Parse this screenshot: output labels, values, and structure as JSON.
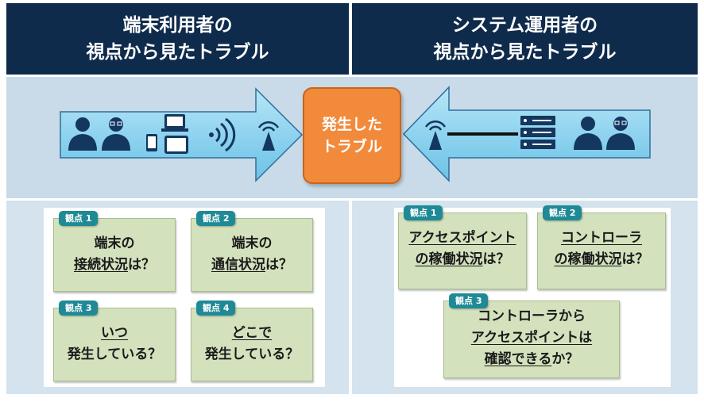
{
  "header": {
    "left": {
      "line1": "端末利用者の",
      "line2": "視点から見たトラブル"
    },
    "right": {
      "line1": "システム運用者の",
      "line2": "視点から見たトラブル"
    }
  },
  "center": {
    "line1": "発生した",
    "line2": "トラブル"
  },
  "left_cards": [
    {
      "tag": "観点 1",
      "line1": "端末の",
      "line2a": "接続状況",
      "line2b": "は？"
    },
    {
      "tag": "観点 2",
      "line1": "端末の",
      "line2a": "通信状況",
      "line2b": "は？"
    },
    {
      "tag": "観点 3",
      "line1": "いつ",
      "line2": "発生している？"
    },
    {
      "tag": "観点 4",
      "line1": "どこで",
      "line2": "発生している？"
    }
  ],
  "right_cards": [
    {
      "tag": "観点 1",
      "line1": "アクセスポイント",
      "line2a": "の稼働状況",
      "line2b": "は？"
    },
    {
      "tag": "観点 2",
      "line1": "コントローラ",
      "line2a": "の稼働状況",
      "line2b": "は？"
    },
    {
      "tag": "観点 3",
      "line1": "コントローラから",
      "line2": "アクセスポイントは",
      "line3a": "確認できる",
      "line3b": "か？"
    }
  ],
  "colors": {
    "header_bg": "#0f2b4c",
    "arrow_fill": "#8fd3ef",
    "center_box": "#f28a3c",
    "card_bg": "#d3e2bd",
    "tag_bg": "#1f8a96",
    "icon": "#13375f"
  },
  "icons": [
    "person-icon",
    "smartphone-icon",
    "tablet-icon",
    "laptop-icon",
    "wifi-signal-icon",
    "access-point-icon",
    "server-icon"
  ]
}
